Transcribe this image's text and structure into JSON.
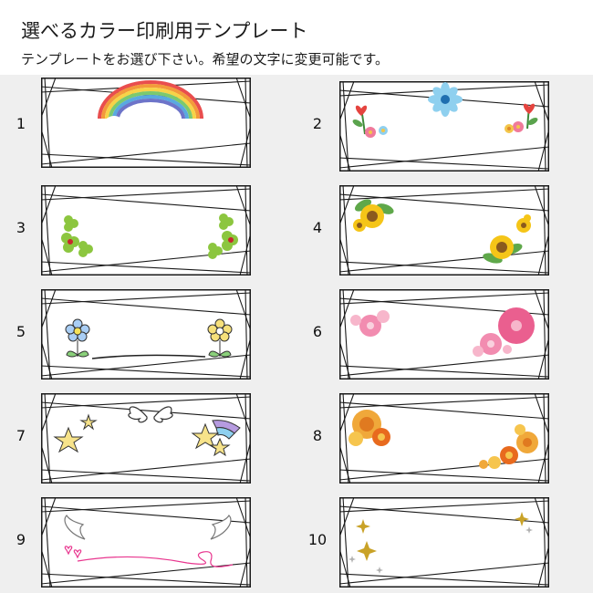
{
  "header": {
    "title": "選べるカラー印刷用テンプレート",
    "subtitle": "テンプレートをお選び下さい。希望の文字に変更可能です。"
  },
  "templates": [
    {
      "number": "1",
      "motif": "rainbow-clouds"
    },
    {
      "number": "2",
      "motif": "flowers-hearts"
    },
    {
      "number": "3",
      "motif": "clovers"
    },
    {
      "number": "4",
      "motif": "sunflowers"
    },
    {
      "number": "5",
      "motif": "doodle-flowers"
    },
    {
      "number": "6",
      "motif": "sakura"
    },
    {
      "number": "7",
      "motif": "stars-wings"
    },
    {
      "number": "8",
      "motif": "chrysanthemums"
    },
    {
      "number": "9",
      "motif": "wings-hearts"
    },
    {
      "number": "10",
      "motif": "sparkles"
    }
  ],
  "colors": {
    "panel": "#efefef",
    "frame": "#1a1a1a"
  }
}
